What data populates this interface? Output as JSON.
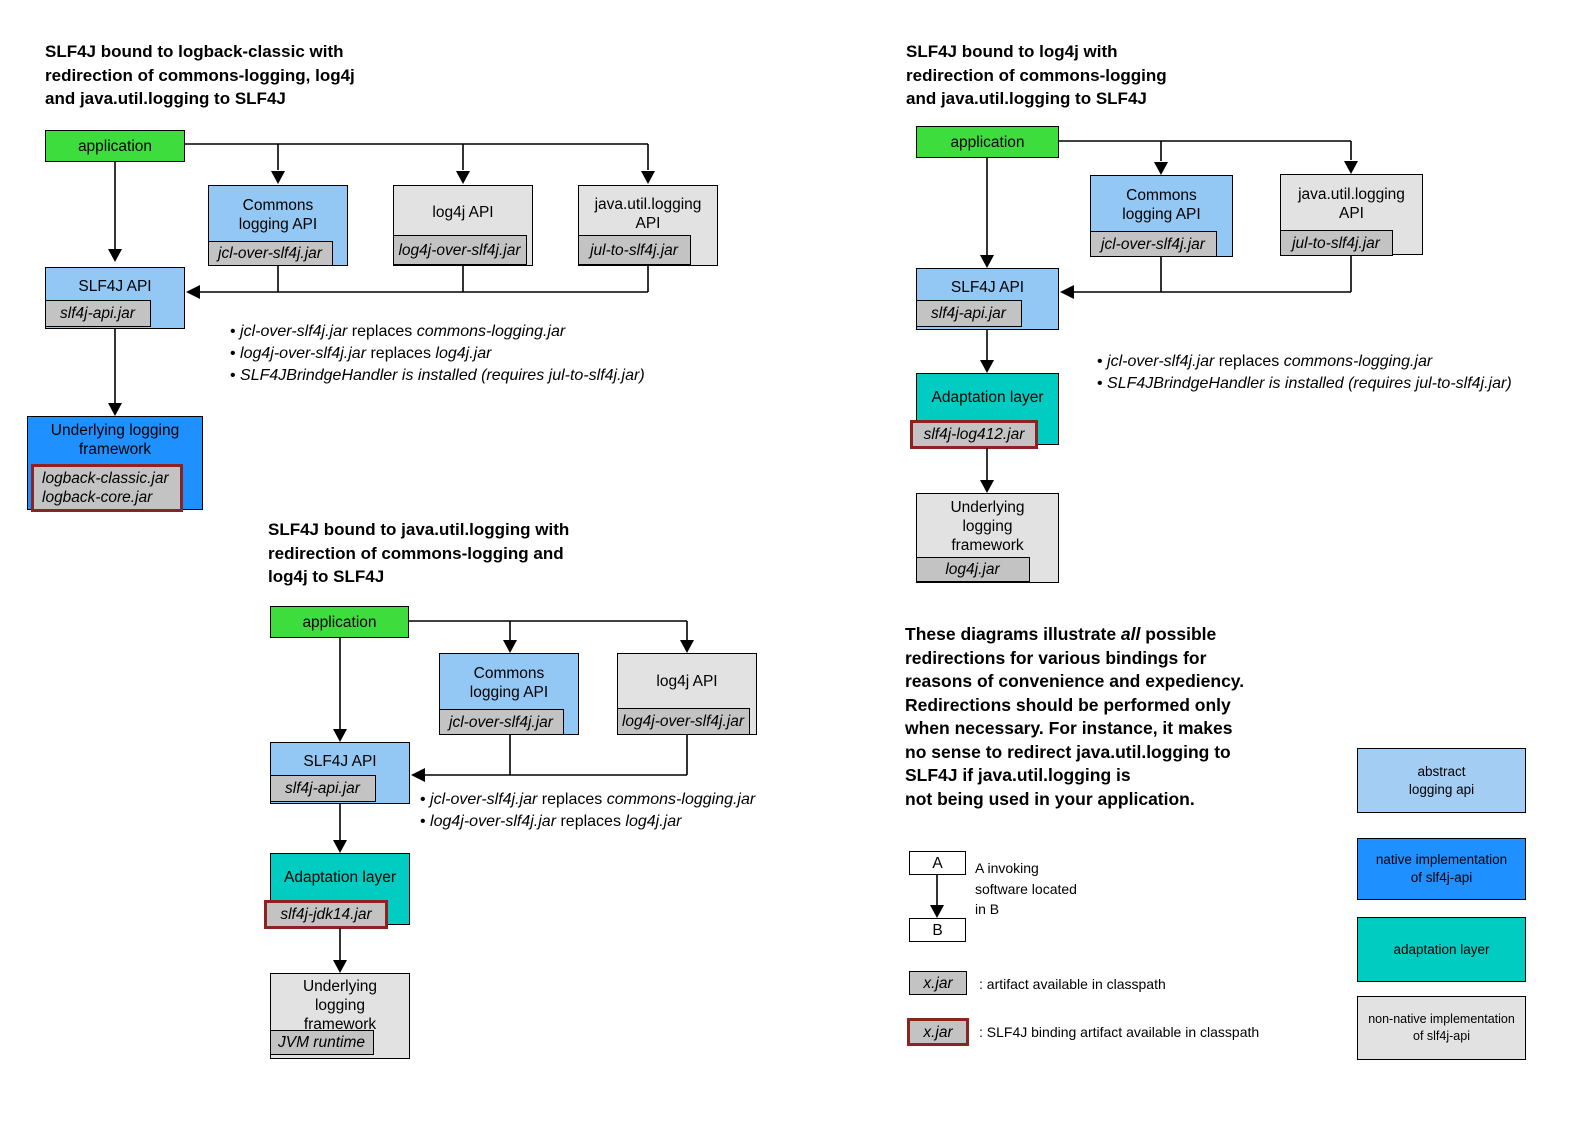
{
  "colors": {
    "application_green": "#3EDD3E",
    "abstract_api_blue": "#93C7F4",
    "native_impl_blue": "#1E90FF",
    "adaptation_teal": "#00CCC2",
    "non_native_gray": "#E2E2E2",
    "jar_tag_gray": "#C3C3C3",
    "binding_border_red": "#8B2420"
  },
  "d1": {
    "title": "SLF4J bound to logback-classic with\nredirection of commons-logging, log4j\nand java.util.logging to SLF4J",
    "application": "application",
    "commons_label": "Commons\nlogging API",
    "commons_jar": "jcl-over-slf4j.jar",
    "log4j_label": "log4j API",
    "log4j_jar": "log4j-over-slf4j.jar",
    "jul_label": "java.util.logging\nAPI",
    "jul_jar": "jul-to-slf4j.jar",
    "slf4j_label": "SLF4J API",
    "slf4j_jar": "slf4j-api.jar",
    "underlying_label": "Underlying logging\nframework",
    "underlying_jar": "logback-classic.jar\nlogback-core.jar",
    "bullets": [
      [
        {
          "t": "• ",
          "i": false
        },
        {
          "t": "jcl-over-slf4j.jar",
          "i": true
        },
        {
          "t": " replaces ",
          "i": false
        },
        {
          "t": "commons-logging.jar",
          "i": true
        }
      ],
      [
        {
          "t": "• ",
          "i": false
        },
        {
          "t": "log4j-over-slf4j.jar",
          "i": true
        },
        {
          "t": " replaces ",
          "i": false
        },
        {
          "t": "log4j.jar",
          "i": true
        }
      ],
      [
        {
          "t": "• ",
          "i": false
        },
        {
          "t": "SLF4JBrindgeHandler is installed (requires jul-to-slf4j.jar)",
          "i": true
        }
      ]
    ]
  },
  "d2": {
    "title": "SLF4J bound to log4j with\nredirection of commons-logging\nand java.util.logging to SLF4J",
    "application": "application",
    "commons_label": "Commons\nlogging API",
    "commons_jar": "jcl-over-slf4j.jar",
    "jul_label": "java.util.logging\nAPI",
    "jul_jar": "jul-to-slf4j.jar",
    "slf4j_label": "SLF4J API",
    "slf4j_jar": "slf4j-api.jar",
    "adaptation_label": "Adaptation layer",
    "adaptation_jar": "slf4j-log412.jar",
    "underlying_label": "Underlying\nlogging\nframework",
    "underlying_jar": "log4j.jar",
    "bullets": [
      [
        {
          "t": "• ",
          "i": false
        },
        {
          "t": "jcl-over-slf4j.jar",
          "i": true
        },
        {
          "t": " replaces ",
          "i": false
        },
        {
          "t": "commons-logging.jar",
          "i": true
        }
      ],
      [
        {
          "t": "• ",
          "i": false
        },
        {
          "t": "SLF4JBrindgeHandler is installed (requires jul-to-slf4j.jar)",
          "i": true
        }
      ]
    ]
  },
  "d3": {
    "title": "SLF4J bound to java.util.logging with\nredirection of commons-logging and\nlog4j to SLF4J",
    "application": "application",
    "commons_label": "Commons\nlogging API",
    "commons_jar": "jcl-over-slf4j.jar",
    "log4j_label": "log4j API",
    "log4j_jar": "log4j-over-slf4j.jar",
    "slf4j_label": "SLF4J API",
    "slf4j_jar": "slf4j-api.jar",
    "adaptation_label": "Adaptation layer",
    "adaptation_jar": "slf4j-jdk14.jar",
    "underlying_label": "Underlying\nlogging\nframework",
    "underlying_jar": "JVM runtime",
    "bullets": [
      [
        {
          "t": "• ",
          "i": false
        },
        {
          "t": "jcl-over-slf4j.jar",
          "i": true
        },
        {
          "t": " replaces ",
          "i": false
        },
        {
          "t": "commons-logging.jar",
          "i": true
        }
      ],
      [
        {
          "t": "• ",
          "i": false
        },
        {
          "t": "log4j-over-slf4j.jar",
          "i": true
        },
        {
          "t": " replaces ",
          "i": false
        },
        {
          "t": "log4j.jar",
          "i": true
        }
      ]
    ]
  },
  "note": [
    {
      "t": "These diagrams illustrate ",
      "i": false
    },
    {
      "t": "all",
      "i": true
    },
    {
      "t": " possible\nredirections for various bindings for\nreasons of convenience and expediency.\nRedirections should be performed only\nwhen necessary. For instance, it makes\nno sense to redirect java.util.logging to\nSLF4J if java.util.logging is\nnot being used in your application.",
      "i": false
    }
  ],
  "legend": {
    "a_label": "A",
    "b_label": "B",
    "ab_caption": "A invoking\nsoftware located\nin B",
    "jar_plain": "x.jar",
    "jar_plain_caption": ": artifact available in classpath",
    "jar_binding": "x.jar",
    "jar_binding_caption": ": SLF4J binding artifact available in classpath",
    "swatches": [
      {
        "label": "abstract\nlogging api",
        "color": "#A4CDF4"
      },
      {
        "label": "native implementation\nof slf4j-api",
        "color": "#1E90FF"
      },
      {
        "label": "adaptation layer",
        "color": "#00CCC2"
      },
      {
        "label": "non-native implementation\nof slf4j-api",
        "color": "#E2E2E2"
      }
    ]
  }
}
